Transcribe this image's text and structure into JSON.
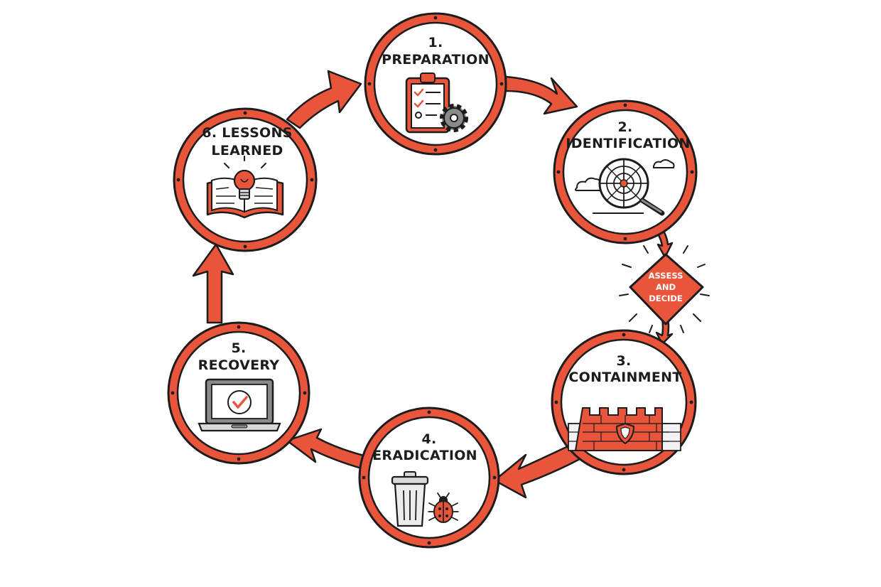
{
  "colors": {
    "accent": "#E8553A",
    "ink": "#1c1c1c",
    "light_accent": "#F3A28F",
    "background": "#ffffff"
  },
  "stages": [
    {
      "id": "preparation",
      "number": "1.",
      "lines": [
        "PREPARATION"
      ],
      "icon": "clipboard-checklist-gear-icon"
    },
    {
      "id": "identification",
      "number": "2.",
      "lines": [
        "IDENTIFICATION"
      ],
      "icon": "radar-magnifier-icon"
    },
    {
      "id": "containment",
      "number": "3.",
      "lines": [
        "CONTAINMENT"
      ],
      "icon": "brick-wall-shield-icon"
    },
    {
      "id": "eradication",
      "number": "4.",
      "lines": [
        "ERADICATION"
      ],
      "icon": "trash-can-bug-icon"
    },
    {
      "id": "recovery",
      "number": "5.",
      "lines": [
        "RECOVERY"
      ],
      "icon": "laptop-checkmark-icon"
    },
    {
      "id": "lessons-learned",
      "number": "",
      "lines": [
        "6. LESSONS",
        "LEARNED"
      ],
      "icon": "open-book-lightbulb-icon"
    }
  ],
  "decision": {
    "lines": [
      "ASSESS",
      "AND",
      "DECIDE"
    ],
    "icon": "diamond-decision-icon"
  }
}
